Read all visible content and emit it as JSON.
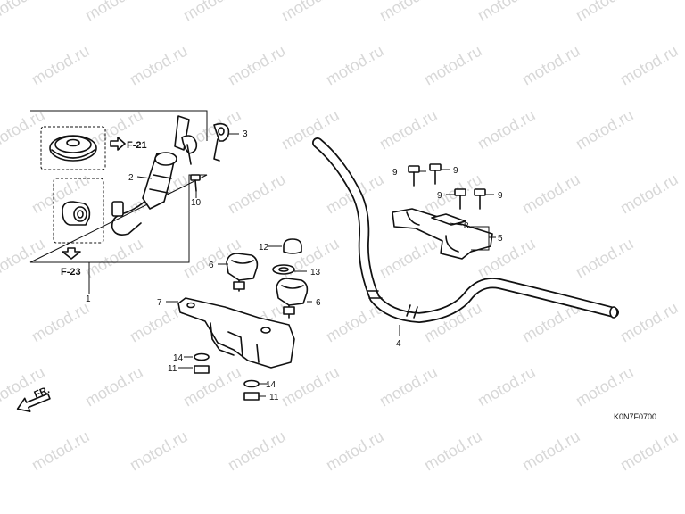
{
  "watermark": "motod.ru",
  "diagram_code": "K0N7F0700",
  "ref_labels": {
    "f21": "F-21",
    "f23": "F-23"
  },
  "front_label": "FR.",
  "callouts": {
    "c1": "1",
    "c2": "2",
    "c3": "3",
    "c4": "4",
    "c5": "5",
    "c6a": "6",
    "c6b": "6",
    "c7": "7",
    "c8": "8",
    "c9a": "9",
    "c9b": "9",
    "c9c": "9",
    "c9d": "9",
    "c10": "10",
    "c11a": "11",
    "c11b": "11",
    "c12": "12",
    "c13": "13",
    "c14a": "14",
    "c14b": "14"
  }
}
